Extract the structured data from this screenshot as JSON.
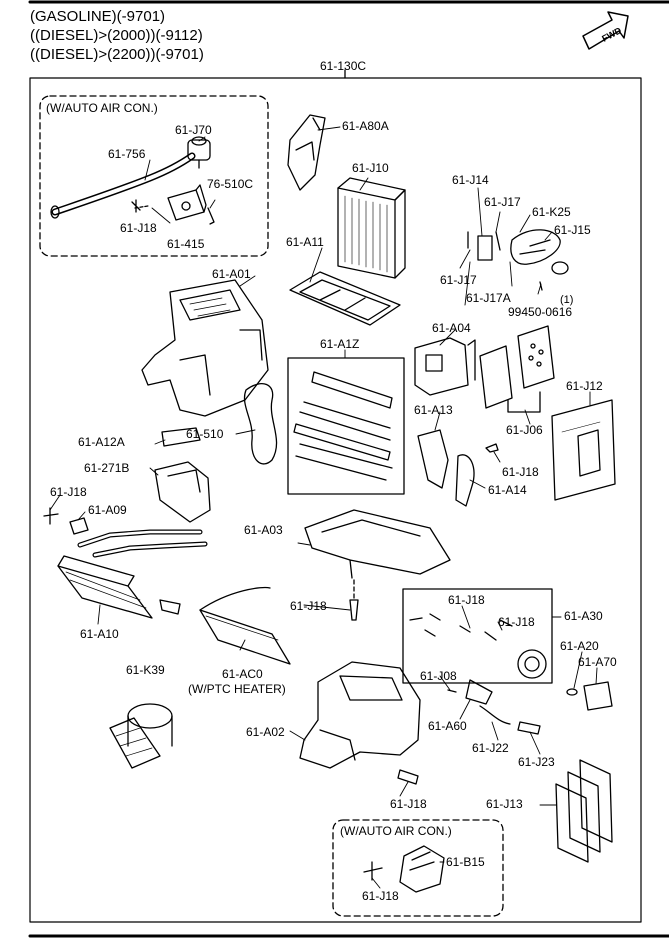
{
  "header": {
    "lines": [
      "(GASOLINE)(-9701)",
      "((DIESEL)>(2000))(-9112)",
      "((DIESEL)>(2200))(-9701)"
    ]
  },
  "fwd_label": "FWD",
  "box_label": "61-130C",
  "auto_ac_label": "(W/AUTO AIR CON.)",
  "ptc_label": "(W/PTC HEATER)",
  "qty_note": "(1)",
  "parts": [
    "61-J70",
    "61-756",
    "76-510C",
    "61-J18",
    "61-415",
    "61-A80A",
    "61-J10",
    "61-A11",
    "61-J14",
    "61-J17",
    "61-K25",
    "61-J15",
    "61-J17",
    "61-J17A",
    "99450-0616",
    "61-A01",
    "61-A1Z",
    "61-A04",
    "61-J12",
    "61-510",
    "61-A13",
    "61-J06",
    "61-J18",
    "61-A12A",
    "61-271B",
    "61-A14",
    "61-J18",
    "61-A09",
    "61-A03",
    "61-J18",
    "61-J18",
    "61-J18",
    "61-A30",
    "61-A10",
    "61-AC0",
    "61-A20",
    "61-K39",
    "61-J08",
    "61-A70",
    "61-A02",
    "61-A60",
    "61-J22",
    "61-J23",
    "61-J18",
    "61-J13",
    "61-B15",
    "61-J18"
  ]
}
